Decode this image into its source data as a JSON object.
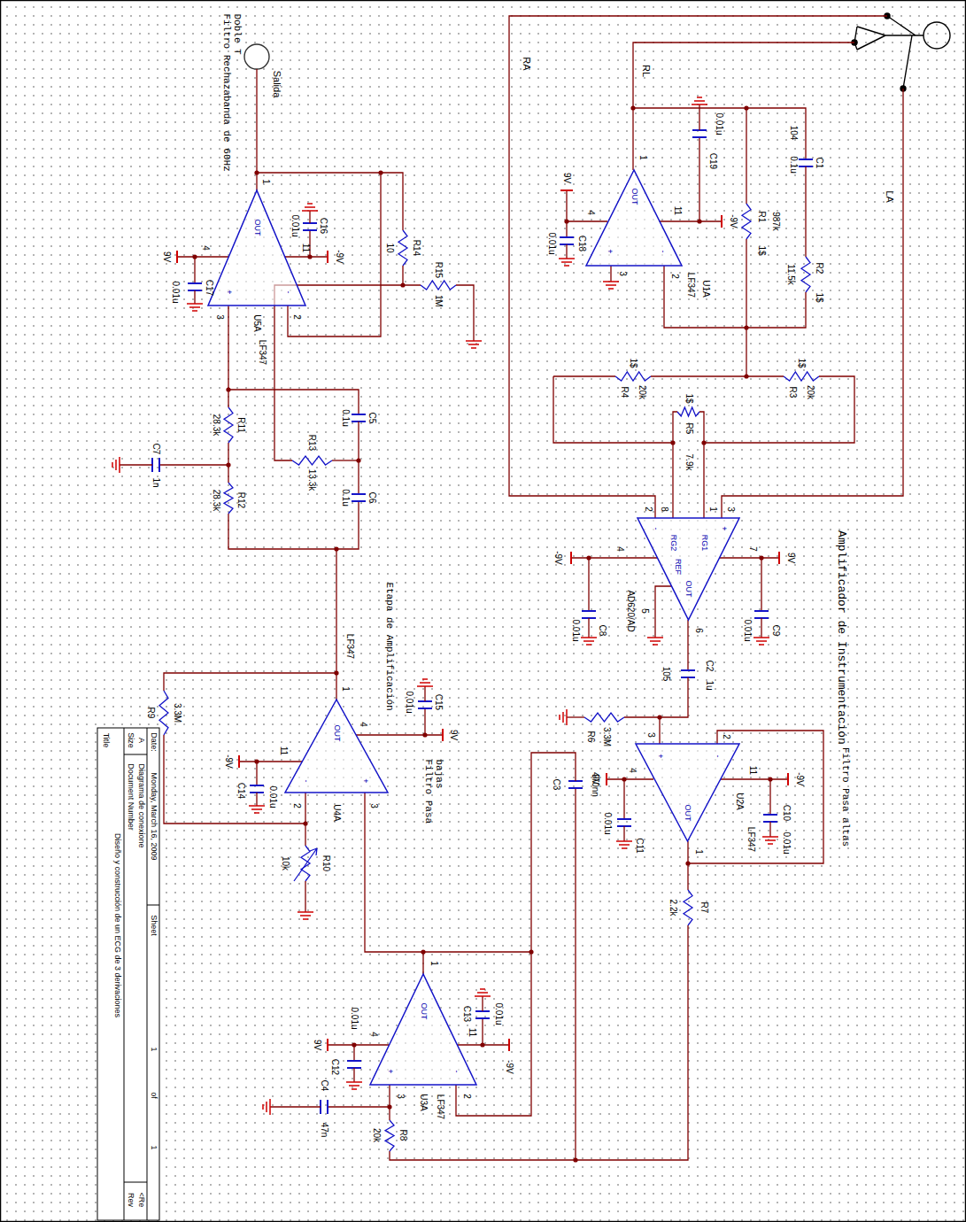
{
  "diagram": {
    "nodes": [
      {
        "text": [
          "OUT",
          "+",
          "-"
        ]
      },
      {
        "text": [
          "-",
          "RG2",
          "RG1",
          "+",
          "REF",
          "OUT"
        ]
      },
      {
        "text": [
          "OUT",
          "+",
          "-"
        ]
      },
      {
        "text": [
          "OUT",
          "+",
          "-"
        ]
      },
      {
        "text": [
          "OUT",
          "+",
          "-"
        ]
      },
      {
        "text": [
          "OUT",
          "+",
          "-"
        ]
      }
    ],
    "labels": [
      "RA",
      "RL",
      "LA",
      "9V",
      "4",
      "C18",
      "0.01u",
      "3",
      "1",
      "2",
      "11",
      "LF347",
      "U1A",
      "C19",
      "0.01u",
      "-9V",
      "R1",
      "987k",
      "1$",
      "104",
      "C1",
      "0.1u",
      "R2",
      "11.5k",
      "1$",
      "1$",
      "R4",
      "20k",
      "1$",
      "R3",
      "20k",
      "1$",
      "R5",
      "7.9k",
      "Amplificador de Instrumentación",
      "2",
      "8",
      "1",
      "3",
      "4",
      "-9V",
      "C8",
      "0.01u",
      "AD620/AD",
      "5",
      "7",
      "9V",
      "C9",
      "0.01u",
      "6",
      "105",
      "C2",
      "1u",
      "R6",
      "3.3M",
      "Filtro Pasa altas",
      "3",
      "2",
      "4",
      "9V",
      "C11",
      "0.01u",
      "11",
      "-9V",
      "C10",
      "0.01u",
      "U2A",
      "LF347",
      "1",
      "2.2k",
      "R7",
      "C3",
      "470nn",
      "Filtro Pasa bajas",
      "Etapa de Amplificación",
      "1",
      "LF347",
      "R9",
      "3.3M",
      "2",
      "3",
      "11",
      "-9V",
      "C14",
      "0.01u",
      "4",
      "9V",
      "C15",
      "0.01u",
      "U4A",
      "R10",
      "10k",
      "1",
      "4",
      "9V",
      "C12",
      "0.01u",
      "11",
      "-9V",
      "C13",
      "0.01u",
      "U3A",
      "LF347",
      "3",
      "2",
      "C4",
      "47n",
      "R8",
      "20k",
      "Filtro Rechazabanda de 60Hz Doble T",
      "Salida",
      "1",
      "3",
      "2",
      "4",
      "9V",
      "C17",
      "0.01u",
      "11",
      "-9V",
      "C16",
      "0.01u",
      "U5A",
      "LF347",
      "R14",
      "10",
      "R15",
      "1M",
      "R11",
      "28.3k",
      "R12",
      "28.3k",
      "C7",
      "1n",
      "R13",
      "13.3k",
      "C5",
      "0.1u",
      "C6",
      "0.1u",
      "Title",
      "Diseño y construcción de un ECG de 3 derivaciones",
      "Size",
      "A",
      "Document Number",
      "Diagrama de conexione",
      "Rev",
      "<Re",
      "Date:",
      "Monday, March 16, 2009",
      "Sheet",
      "1",
      "of",
      "1"
    ]
  }
}
